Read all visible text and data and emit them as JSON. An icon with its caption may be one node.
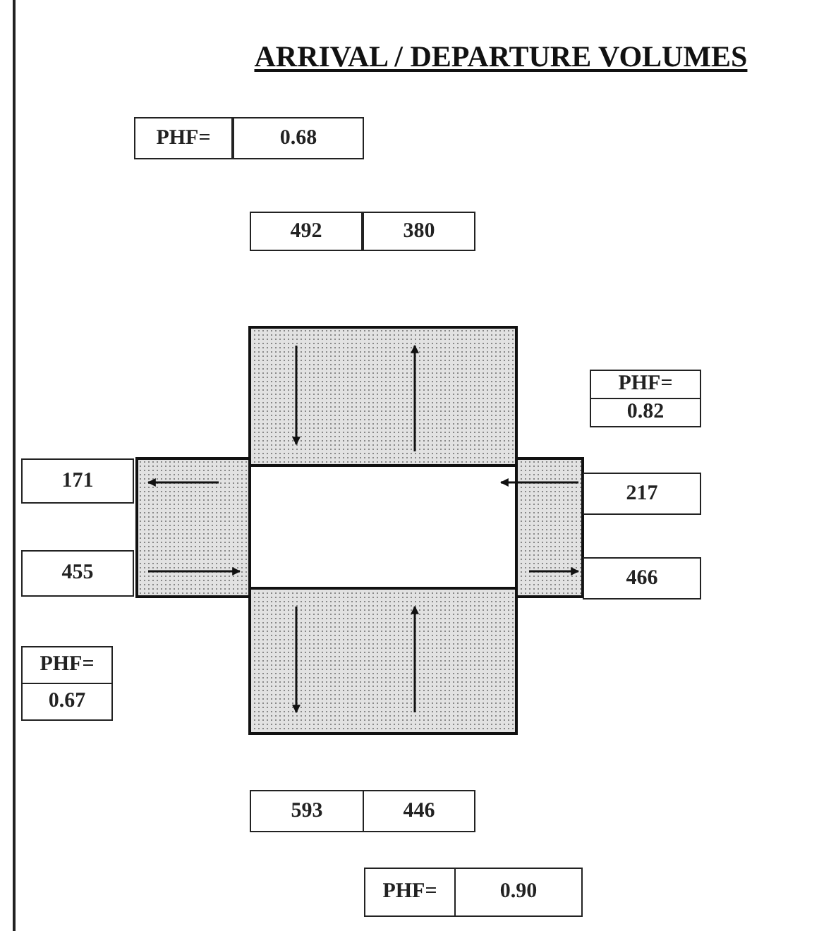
{
  "diagram": {
    "title": "ARRIVAL / DEPARTURE VOLUMES",
    "labels": [
      "PHF=",
      "0.68",
      "492",
      "380",
      "PHF=",
      "0.82",
      "171",
      "217",
      "455",
      "466",
      "PHF=",
      "0.67",
      "593",
      "446",
      "PHF=",
      "0.90"
    ]
  }
}
